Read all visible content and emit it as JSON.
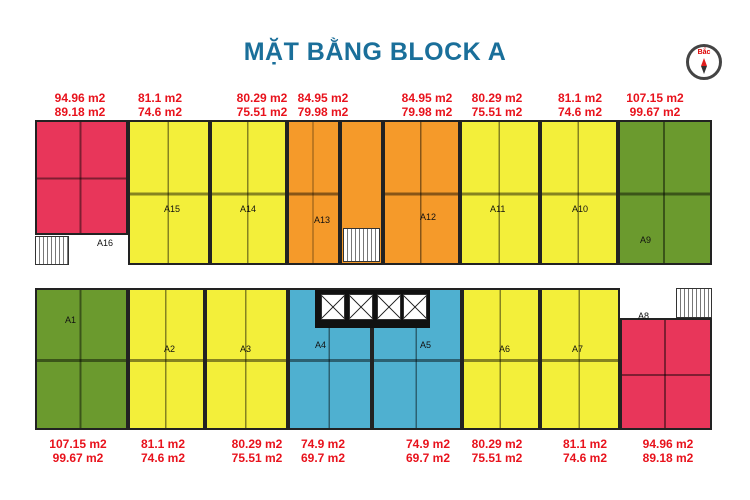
{
  "title": "MẶT BẰNG BLOCK A",
  "compass": {
    "label": "Bắc",
    "icon": "north-compass-icon"
  },
  "colors": {
    "red": "#e8365a",
    "yellow": "#f3ef3a",
    "orange": "#f59a2a",
    "green": "#6b9a2e",
    "blue": "#4fb0d0",
    "title": "#1a6f9a",
    "area_text": "#e8121c"
  },
  "top_areas": [
    {
      "a": "94.96 m2",
      "b": "89.18 m2"
    },
    {
      "a": "81.1 m2",
      "b": "74.6 m2"
    },
    {
      "a": "80.29 m2",
      "b": "75.51 m2"
    },
    {
      "a": "84.95 m2",
      "b": "79.98 m2"
    },
    {
      "a": "84.95 m2",
      "b": "79.98 m2"
    },
    {
      "a": "80.29 m2",
      "b": "75.51 m2"
    },
    {
      "a": "81.1 m2",
      "b": "74.6 m2"
    },
    {
      "a": "107.15 m2",
      "b": "99.67 m2"
    }
  ],
  "bottom_areas": [
    {
      "a": "107.15 m2",
      "b": "99.67 m2"
    },
    {
      "a": "81.1 m2",
      "b": "74.6 m2"
    },
    {
      "a": "80.29 m2",
      "b": "75.51 m2"
    },
    {
      "a": "74.9 m2",
      "b": "69.7 m2"
    },
    {
      "a": "74.9 m2",
      "b": "69.7 m2"
    },
    {
      "a": "80.29 m2",
      "b": "75.51 m2"
    },
    {
      "a": "81.1 m2",
      "b": "74.6 m2"
    },
    {
      "a": "94.96 m2",
      "b": "89.18 m2"
    }
  ],
  "units_top": [
    "A16",
    "A15",
    "A14",
    "A13",
    "A12",
    "A11",
    "A10",
    "A9"
  ],
  "units_bottom": [
    "A1",
    "A2",
    "A3",
    "A4",
    "A5",
    "A6",
    "A7",
    "A8"
  ]
}
